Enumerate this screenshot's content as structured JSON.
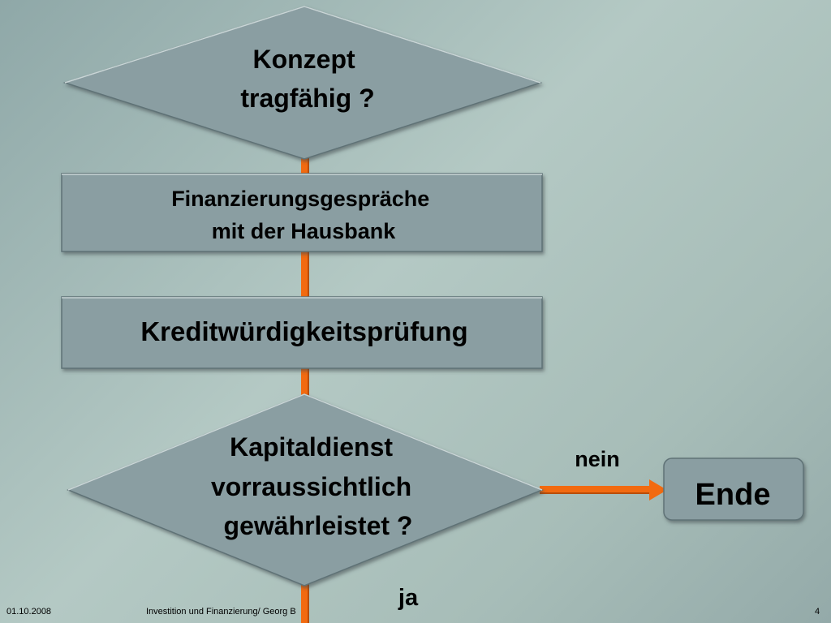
{
  "nodes": {
    "decision_concept": {
      "lines": [
        "Konzept",
        "tragfähig ?"
      ]
    },
    "process_financing_talks": {
      "lines": [
        "Finanzierungsgespräche",
        "mit der Hausbank"
      ]
    },
    "process_credit_check": {
      "lines": [
        "Kreditwürdigkeitsprüfung"
      ]
    },
    "decision_debt_service": {
      "lines": [
        "Kapitaldienst",
        "vorraussichtlich",
        "gewährleistet ?"
      ]
    },
    "terminal_end": {
      "lines": [
        "Ende"
      ]
    }
  },
  "edge_labels": {
    "no": "nein",
    "yes": "ja"
  },
  "footer": {
    "date": "01.10.2008",
    "title": "Investition und Finanzierung/ Georg B",
    "page": "4"
  },
  "colors": {
    "shape_fill": "#8a9ea2",
    "shape_edge": "#5f7276",
    "connector": "#f26a10",
    "connector_dark": "#b94d08"
  }
}
